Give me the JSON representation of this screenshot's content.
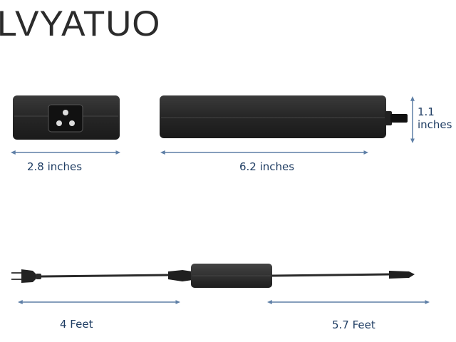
{
  "brand": {
    "text": "LVYATUO"
  },
  "dimensions": {
    "width": "2.8 inches",
    "length": "6.2 inches",
    "height_line1": "1.1",
    "height_line2": "inches"
  },
  "cables": {
    "ac_cord": "4 Feet",
    "dc_cord": "5.7 Feet"
  },
  "colors": {
    "arrow": "#5e7fa6",
    "label": "#1f3d63",
    "adapter_body": "#262626",
    "cable": "#2a2a2a"
  }
}
